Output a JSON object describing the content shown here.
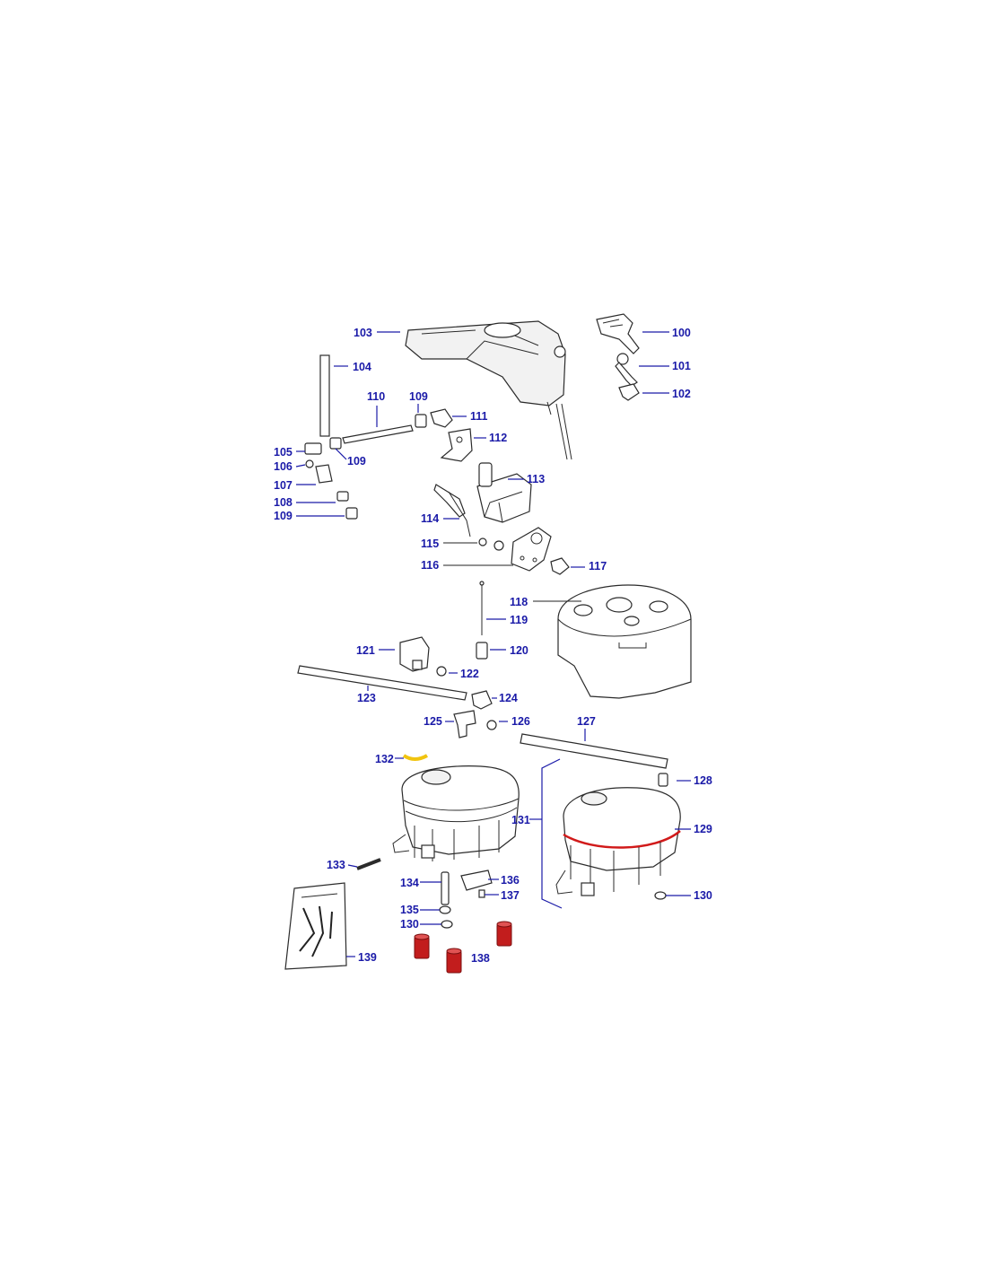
{
  "labels": {
    "l100": "100",
    "l101": "101",
    "l102": "102",
    "l103": "103",
    "l104": "104",
    "l105": "105",
    "l106": "106",
    "l107": "107",
    "l108": "108",
    "l109a": "109",
    "l109b": "109",
    "l109c": "109",
    "l110": "110",
    "l111": "111",
    "l112": "112",
    "l113": "113",
    "l114": "114",
    "l115": "115",
    "l116": "116",
    "l117": "117",
    "l118": "118",
    "l119": "119",
    "l120": "120",
    "l121": "121",
    "l122": "122",
    "l123": "123",
    "l124": "124",
    "l125": "125",
    "l126": "126",
    "l127": "127",
    "l128": "128",
    "l129": "129",
    "l130a": "130",
    "l130b": "130",
    "l131": "131",
    "l132": "132",
    "l133": "133",
    "l134": "134",
    "l135": "135",
    "l136": "136",
    "l137": "137",
    "l138": "138",
    "l139": "139"
  },
  "colors": {
    "label": "#1a1aa8",
    "line": "#2b2b2b",
    "gasket": "#d11a1a",
    "element": "#c21d1d",
    "tube": "#f1c40f"
  }
}
